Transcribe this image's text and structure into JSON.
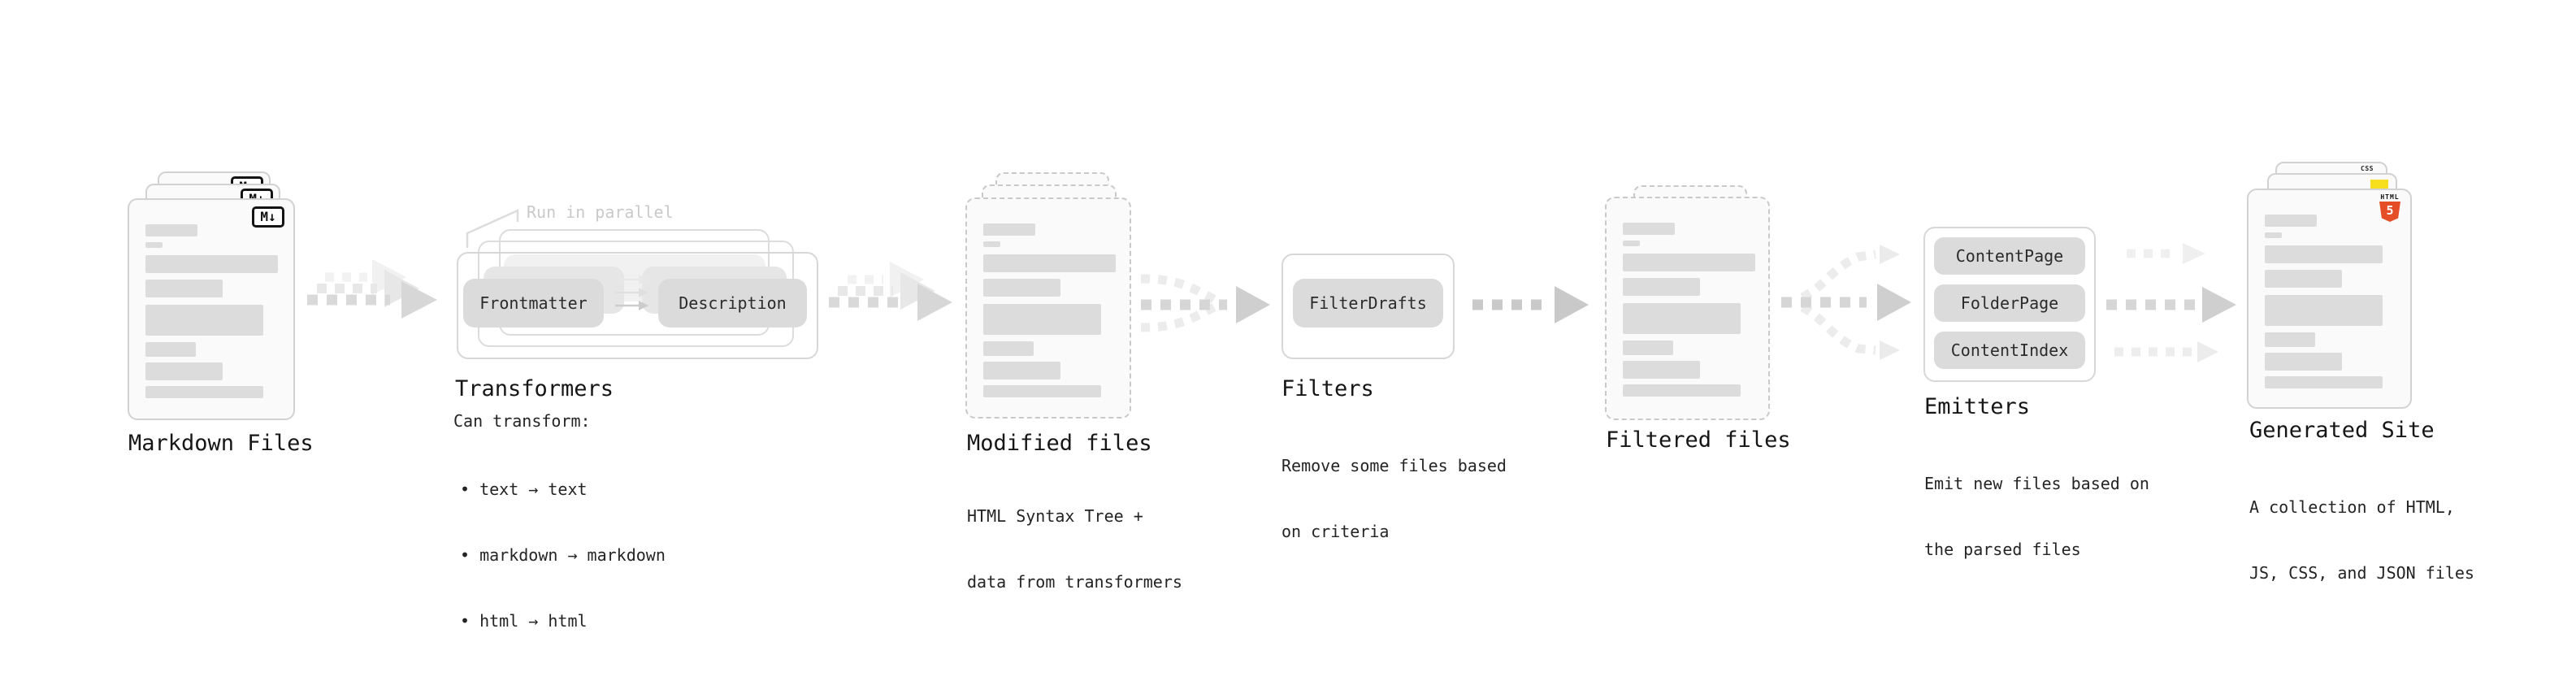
{
  "stages": {
    "markdown_files": {
      "label": "Markdown Files",
      "icon": "markdown-icon",
      "icon_glyph": "M↓"
    },
    "transformers": {
      "heading": "Transformers",
      "note": "Run in parallel",
      "pills": [
        "Frontmatter",
        "Description"
      ],
      "desc_heading": "Can transform:",
      "bullets": [
        "• text → text",
        "• markdown → markdown",
        "• html → html"
      ]
    },
    "modified_files": {
      "label": "Modified files",
      "desc_lines": [
        "HTML Syntax Tree +",
        "data from transformers"
      ]
    },
    "filters": {
      "heading": "Filters",
      "pills": [
        "FilterDrafts"
      ],
      "desc_lines": [
        "Remove some files based",
        "on criteria"
      ]
    },
    "filtered_files": {
      "label": "Filtered files"
    },
    "emitters": {
      "heading": "Emitters",
      "pills": [
        "ContentPage",
        "FolderPage",
        "ContentIndex"
      ],
      "desc_lines": [
        "Emit new files based on",
        "the parsed files"
      ]
    },
    "generated_site": {
      "label": "Generated Site",
      "desc_lines": [
        "A collection of HTML,",
        "JS, CSS, and JSON files"
      ],
      "badges": {
        "css_icon": "css-icon",
        "css_label": "CSS",
        "js_icon": "js-icon",
        "html5_icon": "html5-icon",
        "html5_label": "HTML",
        "html5_numeral": "5"
      }
    }
  },
  "colors": {
    "background": "#ffffff",
    "heading_text": "#161616",
    "body_text": "#242424",
    "muted_note": "#c9c9c9",
    "bar_gray": "#dcdcdc",
    "pill_gray": "#dbdbdb",
    "arrow_gray": "#d6d6d6",
    "html5_orange": "#e44d26",
    "js_yellow": "#f7df1e",
    "css_blue": "#2f6be4"
  }
}
